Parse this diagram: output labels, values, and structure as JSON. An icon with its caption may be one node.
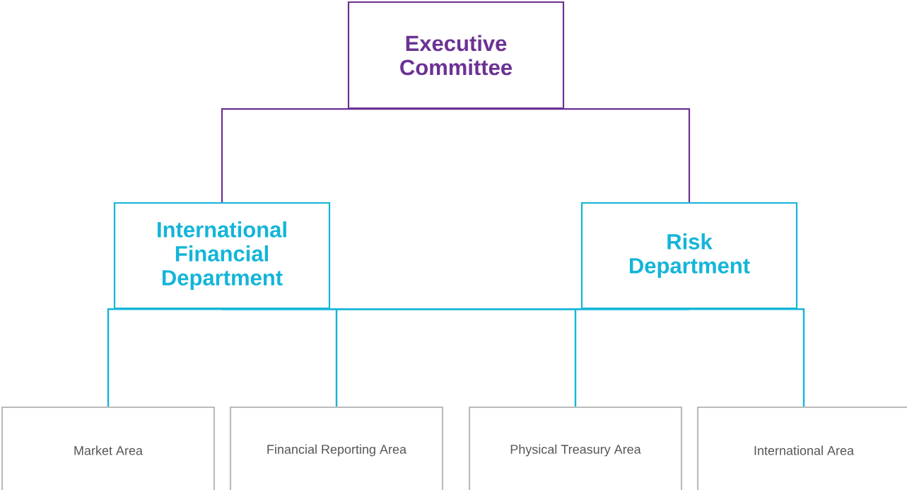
{
  "diagram": {
    "nodes": [
      {
        "text": [
          "Executive Committee"
        ]
      },
      {
        "text": [
          "International Financial Department"
        ]
      },
      {
        "text": [
          "Risk Department"
        ]
      },
      {
        "text": [
          "Market Area"
        ]
      },
      {
        "text": [
          "Financial Reporting Area"
        ]
      },
      {
        "text": [
          "Physical Treasury Area"
        ]
      },
      {
        "text": [
          "International Area"
        ]
      }
    ],
    "edges": [
      {
        "from": 0,
        "to": 1,
        "arrow": "none",
        "color": "#6b3294"
      },
      {
        "from": 0,
        "to": 2,
        "arrow": "none",
        "color": "#6b3294"
      },
      {
        "from": 1,
        "to": 3,
        "arrow": "none"
      },
      {
        "from": 1,
        "to": 4,
        "arrow": "none"
      },
      {
        "from": 1,
        "to": 5,
        "arrow": "none"
      },
      {
        "from": 1,
        "to": 6,
        "arrow": "none"
      },
      {
        "from": 2,
        "to": 3,
        "arrow": "none"
      },
      {
        "from": 2,
        "to": 4,
        "arrow": "none"
      },
      {
        "from": 2,
        "to": 5,
        "arrow": "none"
      },
      {
        "from": 2,
        "to": 6,
        "arrow": "none"
      }
    ]
  }
}
